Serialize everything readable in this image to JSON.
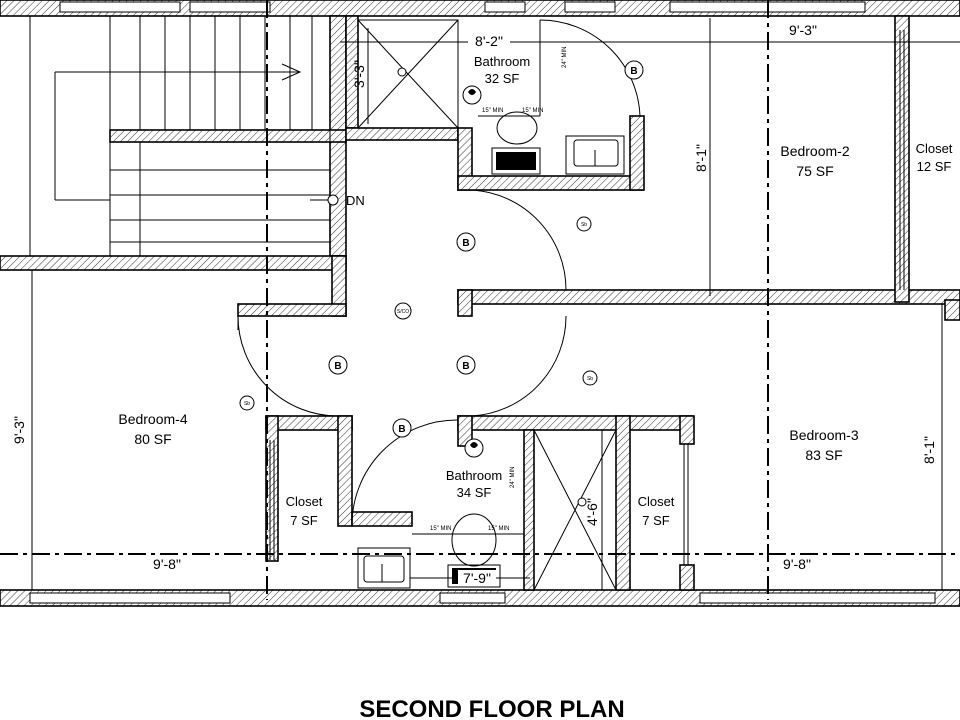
{
  "title": "SECOND FLOOR PLAN",
  "rooms": {
    "bathroom_top": {
      "name": "Bathroom",
      "area": "32 SF"
    },
    "bedroom2": {
      "name": "Bedroom-2",
      "area": "75 SF"
    },
    "closet_top_right": {
      "name": "Closet",
      "area": "12 SF"
    },
    "bedroom4": {
      "name": "Bedroom-4",
      "area": "80 SF"
    },
    "bedroom3": {
      "name": "Bedroom-3",
      "area": "83 SF"
    },
    "bathroom_bottom": {
      "name": "Bathroom",
      "area": "34 SF"
    },
    "closet_left": {
      "name": "Closet",
      "area": "7 SF"
    },
    "closet_right": {
      "name": "Closet",
      "area": "7 SF"
    }
  },
  "dimensions": {
    "top_bath_width": "8'-2\"",
    "top_right_width": "9'-3\"",
    "top_bath_height": "3'-3\"",
    "bedroom2_height": "8'-1\"",
    "bedroom4_height": "9'-3\"",
    "bedroom3_height": "8'-1\"",
    "bottom_left_width": "9'-8\"",
    "bottom_right_width": "9'-8\"",
    "bottom_bath_width": "7'-9\"",
    "shower_height": "4'-6\""
  },
  "fixture_notes": {
    "clearance_24": "24\" MIN",
    "clearance_15": "15\" MIN"
  },
  "markers": {
    "stairs_down": "DN",
    "bell": "B",
    "smoke": "Sb",
    "smoke_co": "S/CO"
  }
}
